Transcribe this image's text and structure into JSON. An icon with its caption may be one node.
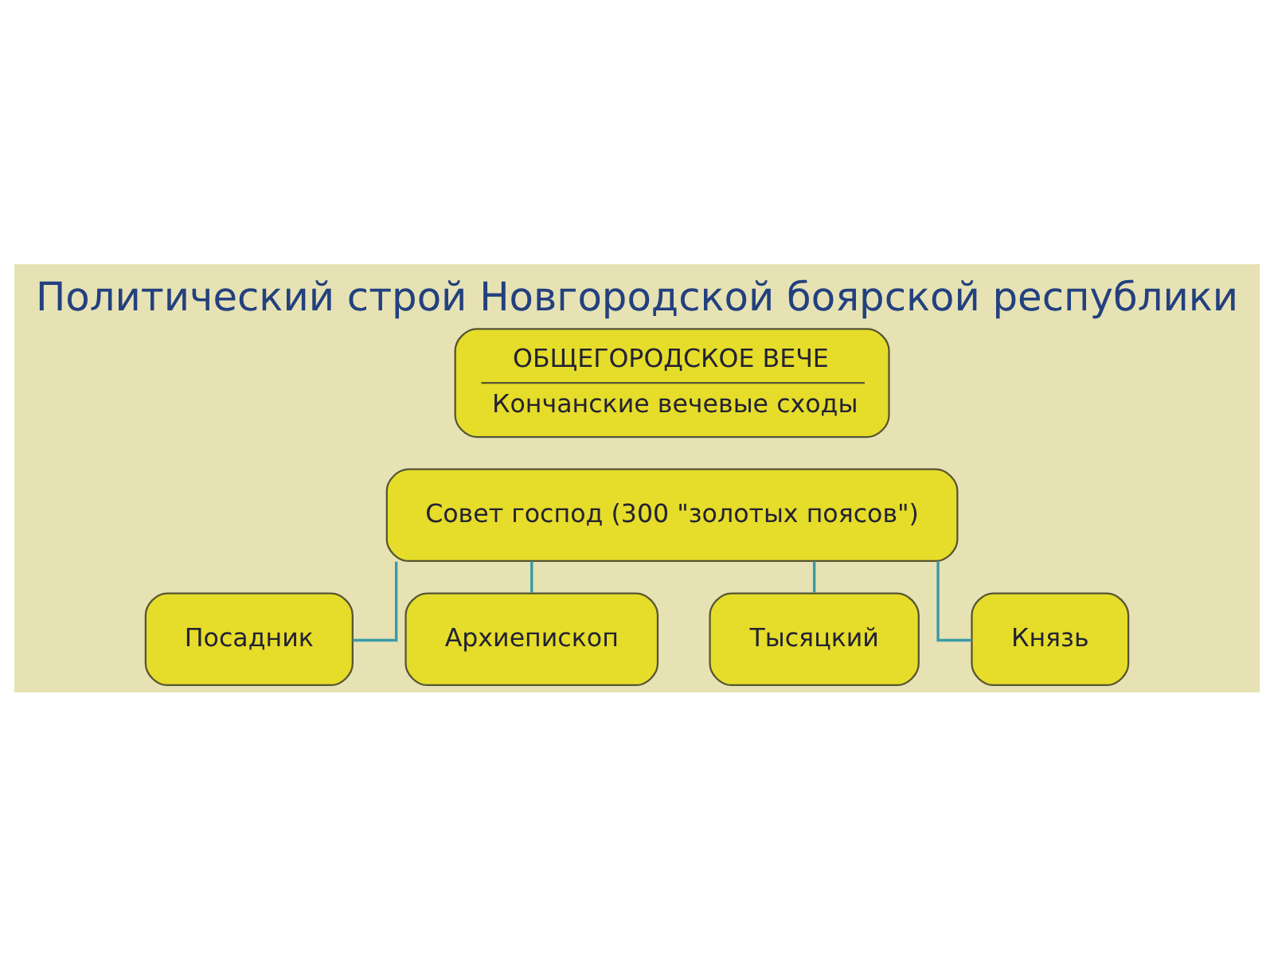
{
  "diagram": {
    "title": "Политический строй Новгородской боярской республики",
    "nodes": [
      {
        "text": [
          "ОБЩЕГОРОДСКОЕ ВЕЧЕ",
          "Кончанские вечевые сходы"
        ]
      },
      {
        "text": [
          "Совет господ (300 \"золотых поясов\")"
        ]
      },
      {
        "text": [
          "Посадник"
        ]
      },
      {
        "text": [
          "Архиепископ"
        ]
      },
      {
        "text": [
          "Тысяцкий"
        ]
      },
      {
        "text": [
          "Князь"
        ]
      }
    ],
    "edges": [
      {
        "from": 1,
        "to": 2,
        "arrow": "none"
      },
      {
        "from": 1,
        "to": 3,
        "arrow": "none"
      },
      {
        "from": 1,
        "to": 4,
        "arrow": "none"
      },
      {
        "from": 1,
        "to": 5,
        "arrow": "none"
      }
    ]
  }
}
